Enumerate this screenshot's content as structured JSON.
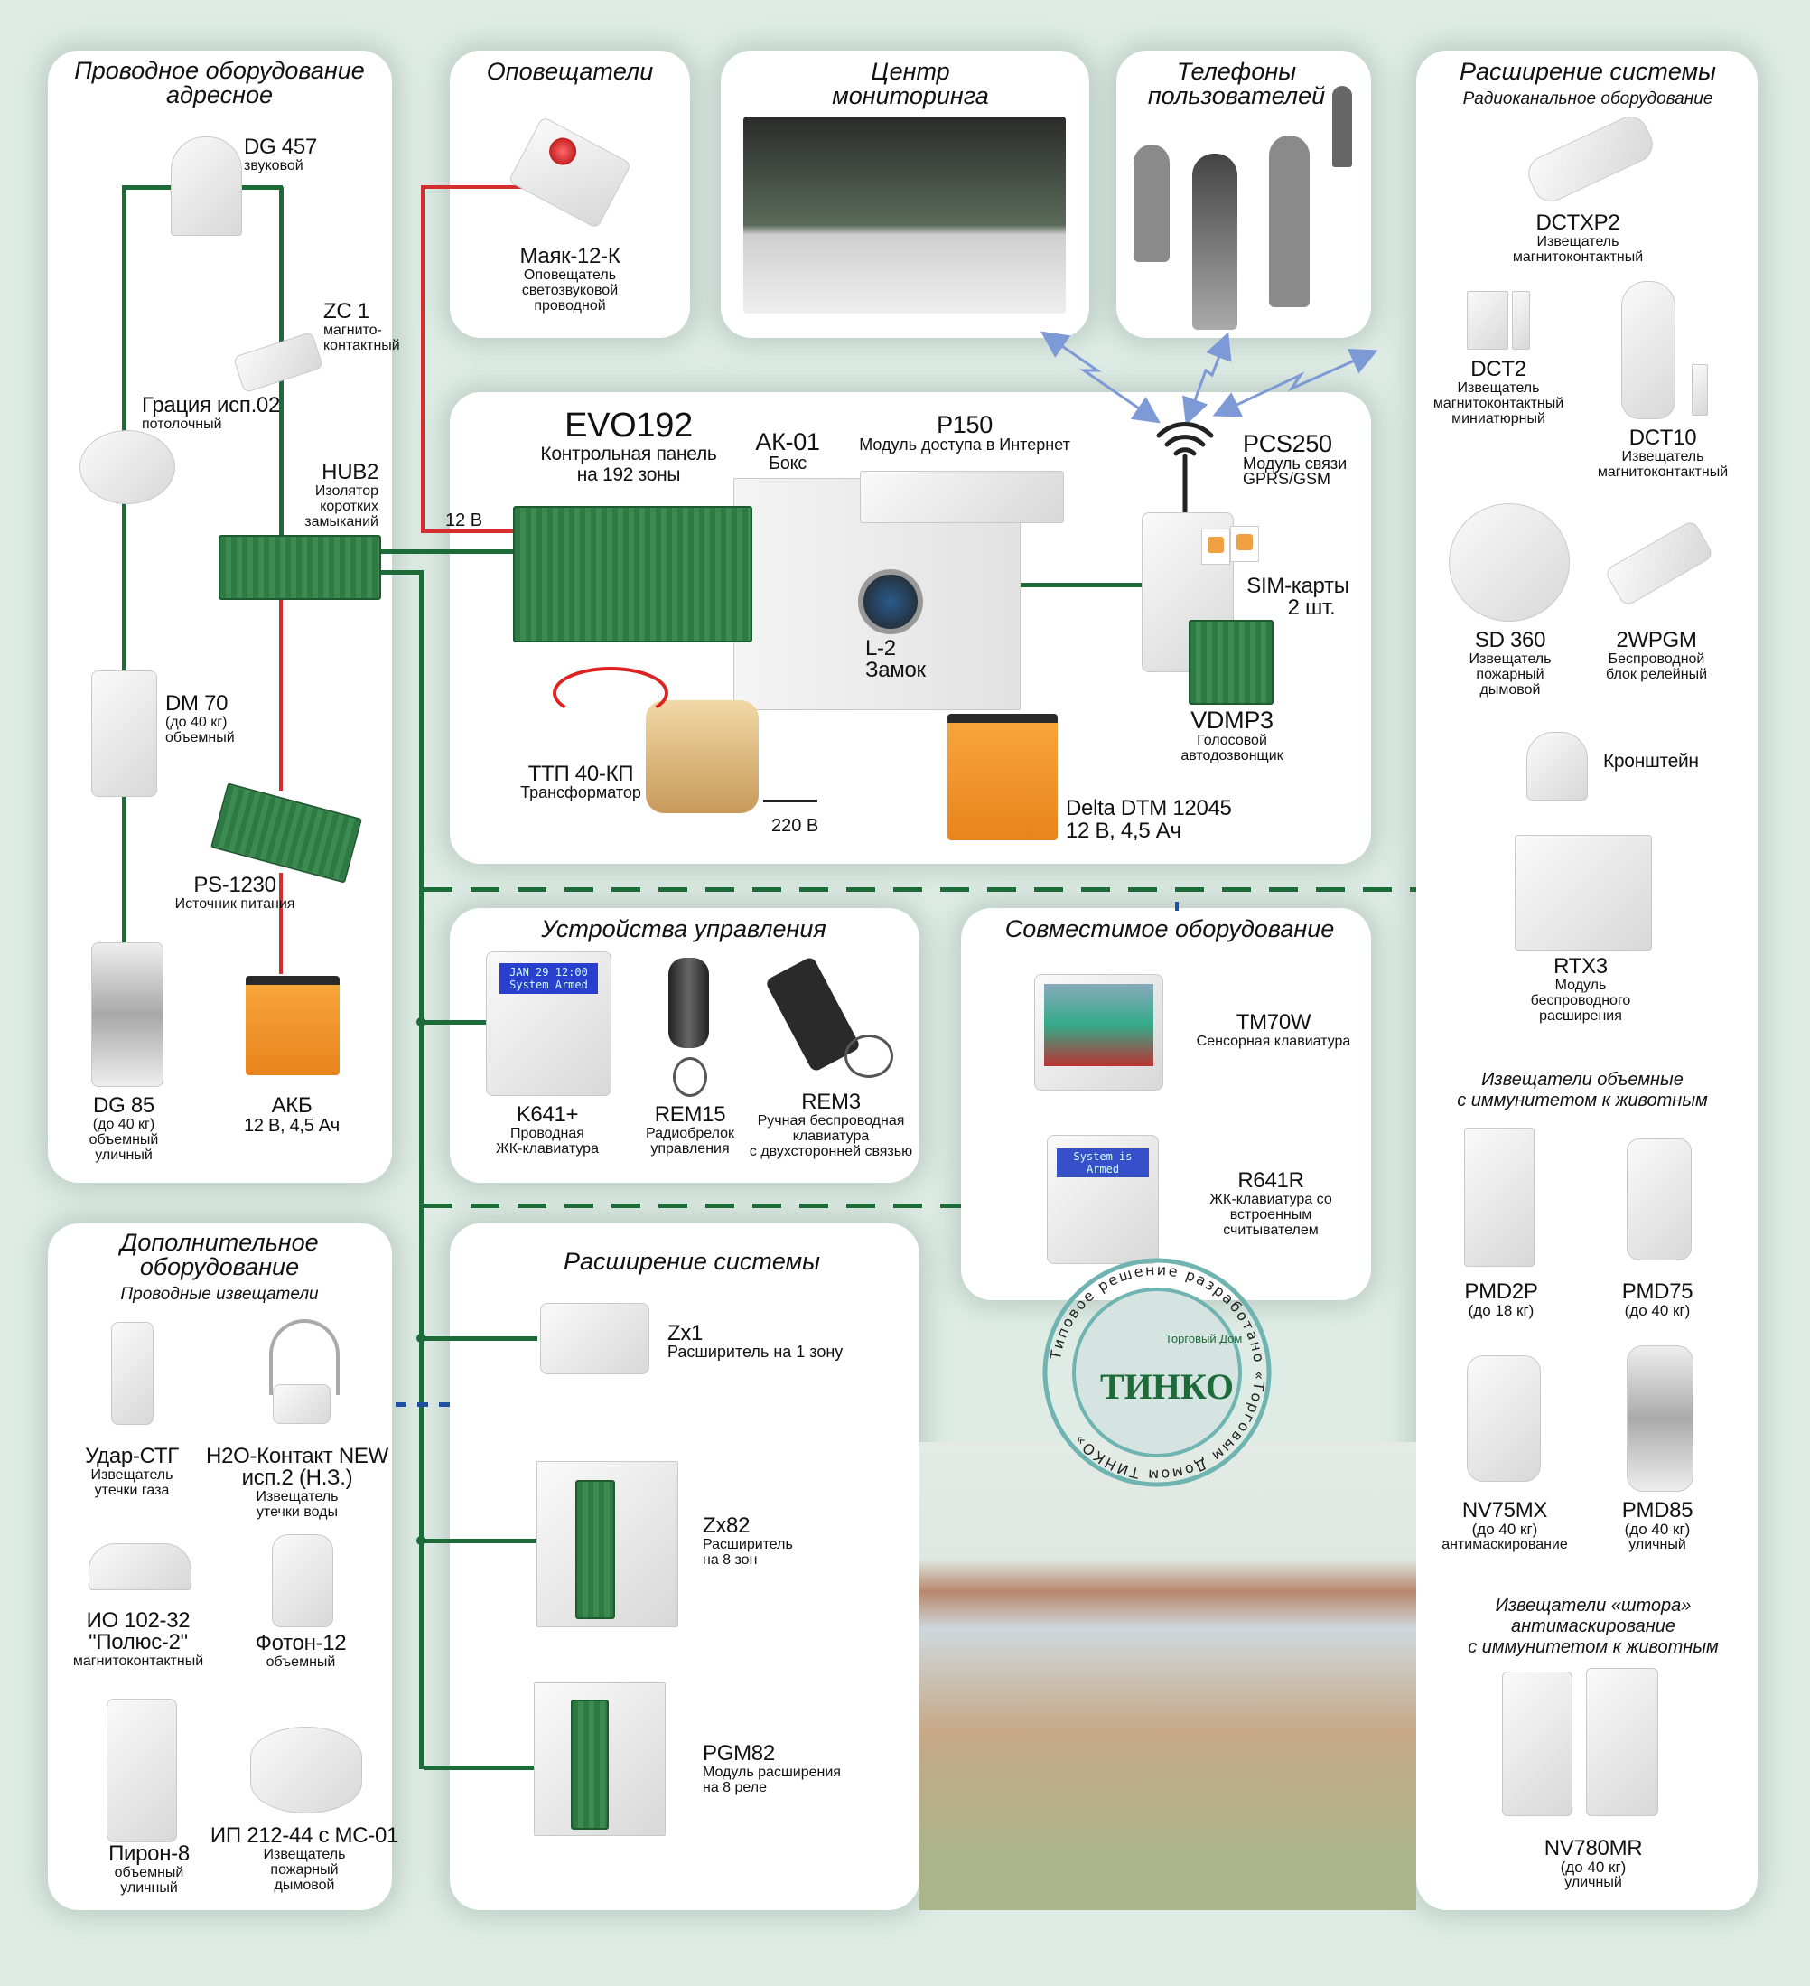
{
  "colors": {
    "wire_green": "#1e6b3a",
    "wire_red": "#d62e2e",
    "wireless_blue": "#7d9ad6",
    "background": "#dfece6"
  },
  "wired_addressable": {
    "title": "Проводное оборудование адресное",
    "dg457": {
      "name": "DG 457",
      "desc": "звуковой"
    },
    "zc1": {
      "name": "ZC 1",
      "desc1": "магнито-",
      "desc2": "контактный"
    },
    "gratsiya": {
      "name": "Грация исп.02",
      "desc": "потолочный"
    },
    "hub2": {
      "name": "HUB2",
      "desc1": "Изолятор",
      "desc2": "коротких",
      "desc3": "замыканий"
    },
    "dm70": {
      "name": "DM 70",
      "desc1": "(до 40 кг)",
      "desc2": "объемный"
    },
    "ps1230": {
      "name": "PS-1230",
      "desc": "Источник питания"
    },
    "dg85": {
      "name": "DG 85",
      "desc1": "(до 40 кг)",
      "desc2": "объемный",
      "desc3": "уличный"
    },
    "akb": {
      "name": "АКБ",
      "desc": "12 В, 4,5 Ач"
    }
  },
  "sirens": {
    "title": "Оповещатели",
    "mayak": {
      "name": "Маяк-12-К",
      "desc1": "Оповещатель",
      "desc2": "светозвуковой",
      "desc3": "проводной"
    }
  },
  "monitoring": {
    "title1": "Центр",
    "title2": "мониторинга"
  },
  "phones": {
    "title1": "Телефоны",
    "title2": "пользователей"
  },
  "main": {
    "evo": {
      "name": "EVO192",
      "desc1": "Контрольная панель",
      "desc2": "на 192 зоны"
    },
    "ak01": {
      "name": "АК-01",
      "desc": "Бокс"
    },
    "p150": {
      "name": "P150",
      "desc": "Модуль доступа в Интернет"
    },
    "pcs250": {
      "name": "PCS250",
      "desc1": "Модуль связи",
      "desc2": "GPRS/GSM"
    },
    "sim": {
      "name1": "SIM-карты",
      "name2": "2 шт."
    },
    "l2": {
      "name1": "L-2",
      "name2": "Замок"
    },
    "vdmp3": {
      "name": "VDMP3",
      "desc1": "Голосовой",
      "desc2": "автодозвонщик"
    },
    "ttp": {
      "name": "ТТП 40-КП",
      "desc": "Трансформатор"
    },
    "mains": "220 В",
    "v12": "12 В",
    "delta": {
      "name1": "Delta DTM 12045",
      "name2": "12 В, 4,5 Ач"
    }
  },
  "control": {
    "title": "Устройства управления",
    "k641": {
      "name": "K641+",
      "desc1": "Проводная",
      "desc2": "ЖК-клавиатура",
      "screen1": "JAN 29     12:00",
      "screen2": "System Armed"
    },
    "rem15": {
      "name": "REM15",
      "desc1": "Радиобрелок",
      "desc2": "управления"
    },
    "rem3": {
      "name": "REM3",
      "desc1": "Ручная беспроводная",
      "desc2": "клавиатура",
      "desc3": "с двухсторонней связью"
    }
  },
  "compatible": {
    "title": "Совместимое оборудование",
    "tm70w": {
      "name": "TM70W",
      "desc": "Сенсорная клавиатура"
    },
    "r641r": {
      "name": "R641R",
      "desc1": "ЖК-клавиатура со",
      "desc2": "встроенным",
      "desc3": "считывателем",
      "screen1": "System is",
      "screen2": "Armed"
    }
  },
  "additional": {
    "title1": "Дополнительное",
    "title2": "оборудование",
    "subtitle": "Проводные извещатели",
    "udar": {
      "name": "Удар-СТГ",
      "desc1": "Извещатель",
      "desc2": "утечки газа"
    },
    "h2o": {
      "name1": "H2O-Контакт NEW",
      "name2": "исп.2 (Н.З.)",
      "desc1": "Извещатель",
      "desc2": "утечки воды"
    },
    "io": {
      "name1": "ИО 102-32",
      "name2": "\"Полюс-2\"",
      "desc": "магнитоконтактный"
    },
    "foton": {
      "name": "Фотон-12",
      "desc": "объемный"
    },
    "piron": {
      "name": "Пирон-8",
      "desc1": "объемный",
      "desc2": "уличный"
    },
    "ip": {
      "name": "ИП 212-44 с МС-01",
      "desc1": "Извещатель",
      "desc2": "пожарный",
      "desc3": "дымовой"
    }
  },
  "expansion_wired": {
    "title": "Расширение системы",
    "zx1": {
      "name": "Zx1",
      "desc": "Расширитель на 1 зону"
    },
    "zx82": {
      "name": "Zx82",
      "desc1": "Расширитель",
      "desc2": "на 8 зон"
    },
    "pgm82": {
      "name": "PGM82",
      "desc1": "Модуль расширения",
      "desc2": "на 8 реле"
    }
  },
  "expansion_radio": {
    "title": "Расширение системы",
    "subtitle": "Радиоканальное оборудование",
    "dctxp2": {
      "name": "DCTXP2",
      "desc1": "Извещатель",
      "desc2": "магнитоконтактный"
    },
    "dct2": {
      "name": "DCT2",
      "desc1": "Извещатель",
      "desc2": "магнитоконтактный",
      "desc3": "миниатюрный"
    },
    "dct10": {
      "name": "DCT10",
      "desc1": "Извещатель",
      "desc2": "магнитоконтактный"
    },
    "sd360": {
      "name": "SD 360",
      "desc1": "Извещатель",
      "desc2": "пожарный",
      "desc3": "дымовой"
    },
    "wpgm": {
      "name": "2WPGM",
      "desc1": "Беспроводной",
      "desc2": "блок релейный"
    },
    "bracket": {
      "name": "Кронштейн"
    },
    "rtx3": {
      "name": "RTX3",
      "desc1": "Модуль",
      "desc2": "беспроводного",
      "desc3": "расширения"
    },
    "group1": {
      "line1": "Извещатели объемные",
      "line2": "с иммунитетом к животным"
    },
    "pmd2p": {
      "name": "PMD2P",
      "desc": "(до 18 кг)"
    },
    "pmd75": {
      "name": "PMD75",
      "desc": "(до 40 кг)"
    },
    "nv75mx": {
      "name": "NV75MX",
      "desc1": "(до 40 кг)",
      "desc2": "антимаскирование"
    },
    "pmd85": {
      "name": "PMD85",
      "desc1": "(до 40 кг)",
      "desc2": "уличный"
    },
    "group2": {
      "line1": "Извещатели «штора»",
      "line2": "антимаскирование",
      "line3": "с иммунитетом к животным"
    },
    "nv780mr": {
      "name": "NV780MR",
      "desc1": "(до 40 кг)",
      "desc2": "уличный"
    }
  },
  "stamp": {
    "ring_text": "Типовое решение разработано «Торговым Домом ТИНКО»",
    "brand_small": "Торговый Дом",
    "brand": "ТИНКО"
  }
}
